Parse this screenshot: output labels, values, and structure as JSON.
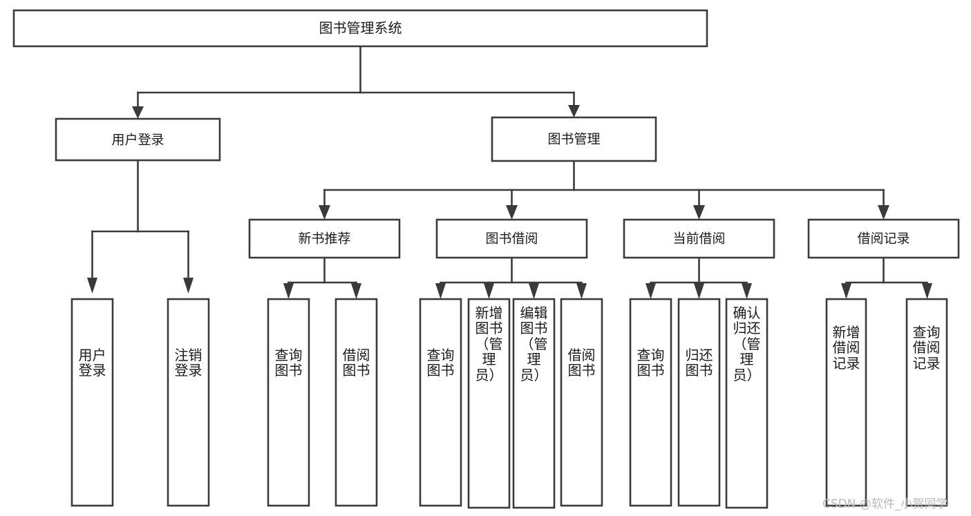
{
  "diagram": {
    "type": "tree-hierarchy-chart",
    "title": "图书管理系统",
    "stroke_color": "#3a3a3a",
    "box_fill": "#ffffff",
    "background": "#ffffff",
    "levels": [
      {
        "level": 1,
        "nodes": [
          {
            "id": "root",
            "label": "图书管理系统",
            "orientation": "horizontal"
          }
        ]
      },
      {
        "level": 2,
        "nodes": [
          {
            "id": "login",
            "label": "用户登录",
            "parent": "root",
            "orientation": "horizontal"
          },
          {
            "id": "bookmgmt",
            "label": "图书管理",
            "parent": "root",
            "orientation": "horizontal"
          }
        ]
      },
      {
        "level": 3,
        "nodes": [
          {
            "id": "newbook",
            "label": "新书推荐",
            "parent": "bookmgmt",
            "orientation": "horizontal"
          },
          {
            "id": "borrow",
            "label": "图书借阅",
            "parent": "bookmgmt",
            "orientation": "horizontal"
          },
          {
            "id": "current",
            "label": "当前借阅",
            "parent": "bookmgmt",
            "orientation": "horizontal"
          },
          {
            "id": "records",
            "label": "借阅记录",
            "parent": "bookmgmt",
            "orientation": "horizontal"
          }
        ]
      },
      {
        "level": 4,
        "nodes": [
          {
            "id": "leaf1",
            "label": "用户登录",
            "parent": "login",
            "orientation": "vertical"
          },
          {
            "id": "leaf2",
            "label": "注销登录",
            "parent": "login",
            "orientation": "vertical"
          },
          {
            "id": "leaf3",
            "label": "查询图书",
            "parent": "newbook",
            "orientation": "vertical"
          },
          {
            "id": "leaf4",
            "label": "借阅图书",
            "parent": "newbook",
            "orientation": "vertical"
          },
          {
            "id": "leaf5",
            "label": "查询图书",
            "parent": "borrow",
            "orientation": "vertical"
          },
          {
            "id": "leaf6",
            "label": "新增图书（管理员）",
            "parent": "borrow",
            "orientation": "vertical"
          },
          {
            "id": "leaf7",
            "label": "编辑图书（管理员）",
            "parent": "borrow",
            "orientation": "vertical"
          },
          {
            "id": "leaf8",
            "label": "借阅图书",
            "parent": "borrow",
            "orientation": "vertical"
          },
          {
            "id": "leaf9",
            "label": "查询图书",
            "parent": "current",
            "orientation": "vertical"
          },
          {
            "id": "leaf10",
            "label": "归还图书",
            "parent": "current",
            "orientation": "vertical"
          },
          {
            "id": "leaf11",
            "label": "确认归还（管理员）",
            "parent": "current",
            "orientation": "vertical"
          },
          {
            "id": "leaf12",
            "label": "新增借阅记录",
            "parent": "records",
            "orientation": "vertical"
          },
          {
            "id": "leaf13",
            "label": "查询借阅记录",
            "parent": "records",
            "orientation": "vertical"
          }
        ]
      }
    ]
  },
  "watermark": {
    "text": "CSDN @软件_小贺同学"
  }
}
